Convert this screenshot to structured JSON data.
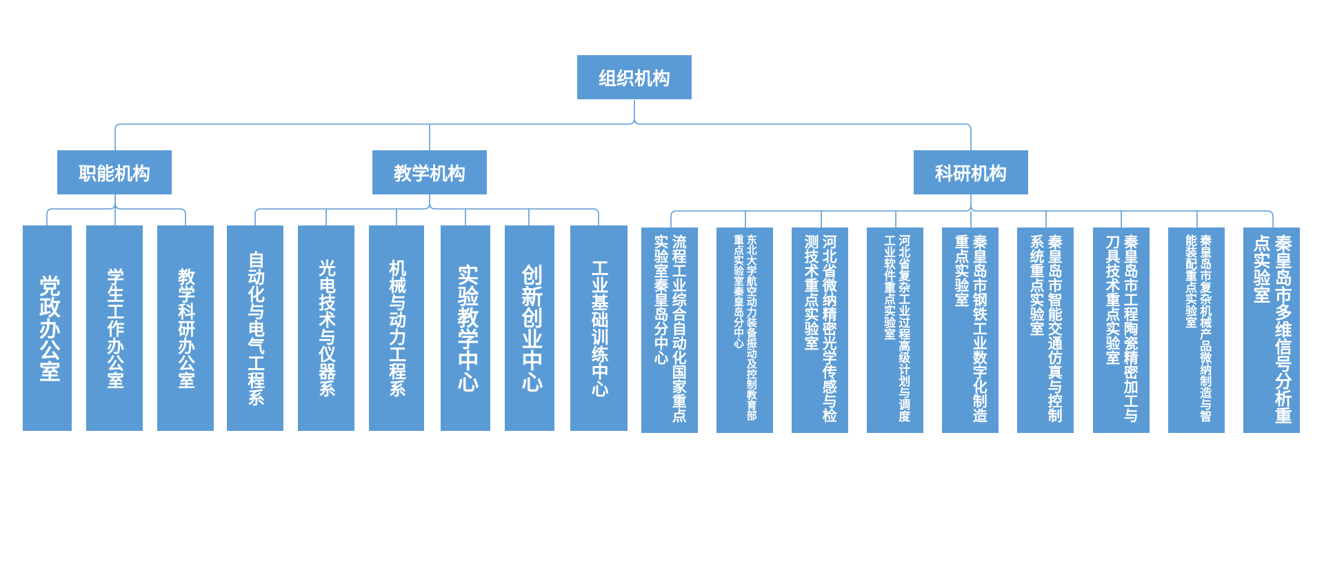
{
  "root": "组织机构",
  "branches": {
    "functional": {
      "label": "职能机构",
      "units": [
        "党政办公室",
        "学生工作办公室",
        "教学科研办公室"
      ]
    },
    "teaching": {
      "label": "教学机构",
      "units": [
        "自动化与电气工程系",
        "光电技术与仪器系",
        "机械与动力工程系",
        "实验教学中心",
        "创新创业中心",
        "工业基础训练中心"
      ]
    },
    "research": {
      "label": "科研机构",
      "units": [
        "流程工业综合自动化国家重点实验室秦皇岛分中心",
        "东北大学航空动力装备振动及控制教育部重点实验室秦皇岛分中心",
        "河北省微纳精密光学传感与检测技术重点实验室",
        "河北省复杂工业过程高级计划与调度工业软件重点实验室",
        "秦皇岛市钢铁工业数字化制造重点实验室",
        "秦皇岛市智能交通仿真与控制系统重点实验室",
        "秦皇岛市工程陶瓷精密加工与刀具技术重点实验室",
        "秦皇岛市复杂机械产品微纳制造与智能装配重点实验室",
        "秦皇岛市多维信号分析重点实验室"
      ]
    }
  },
  "colors": {
    "box": "#5b9bd5",
    "line": "#5b9bd5",
    "text": "#ffffff"
  }
}
